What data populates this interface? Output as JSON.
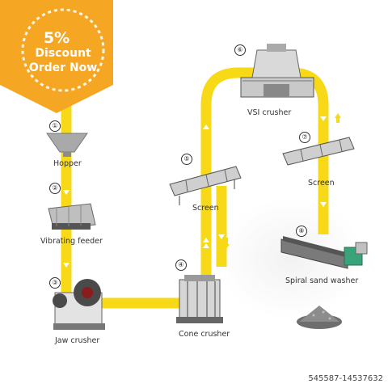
{
  "colors": {
    "badge": "#f5a623",
    "pipe": "#f7d917",
    "arrow": "#ffffff"
  },
  "badge": {
    "percent": "5%",
    "line1": "Discount",
    "line2": "Order Now"
  },
  "steps": [
    {
      "num": "①",
      "label": "Hopper"
    },
    {
      "num": "②",
      "label": "Vibrating feeder"
    },
    {
      "num": "③",
      "label": "Jaw crusher"
    },
    {
      "num": "④",
      "label": "Cone crusher"
    },
    {
      "num": "⑤",
      "label": "Screen"
    },
    {
      "num": "⑥",
      "label": "VSI crusher"
    },
    {
      "num": "⑦",
      "label": "Screen"
    },
    {
      "num": "⑧",
      "label": "Spiral sand washer"
    }
  ],
  "footer": "545587-14537632"
}
